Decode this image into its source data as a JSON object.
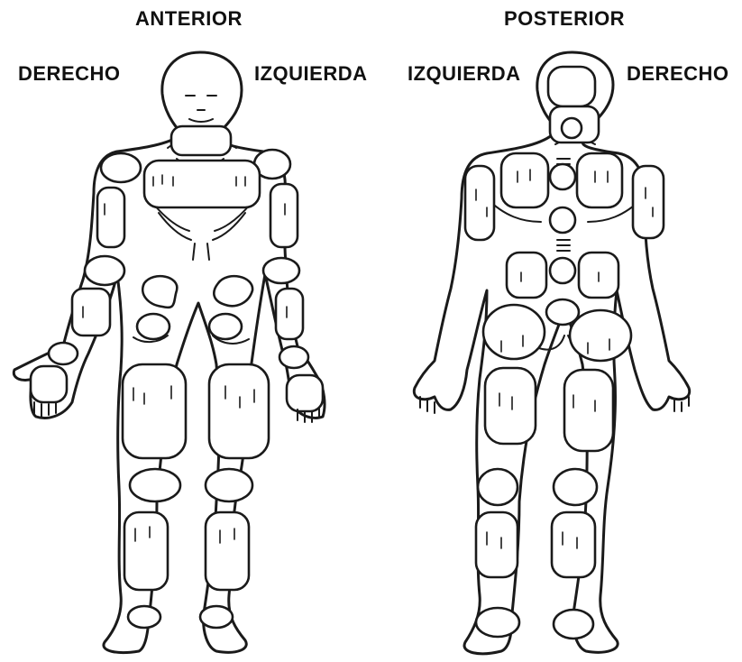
{
  "labels": {
    "anterior": "ANTERIOR",
    "posterior": "POSTERIOR",
    "anterior_right": "DERECHO",
    "anterior_left": "IZQUIERDA",
    "posterior_left": "IZQUIERDA",
    "posterior_right": "DERECHO"
  },
  "colors": {
    "ink": "#1a1a1a",
    "background": "#ffffff"
  }
}
